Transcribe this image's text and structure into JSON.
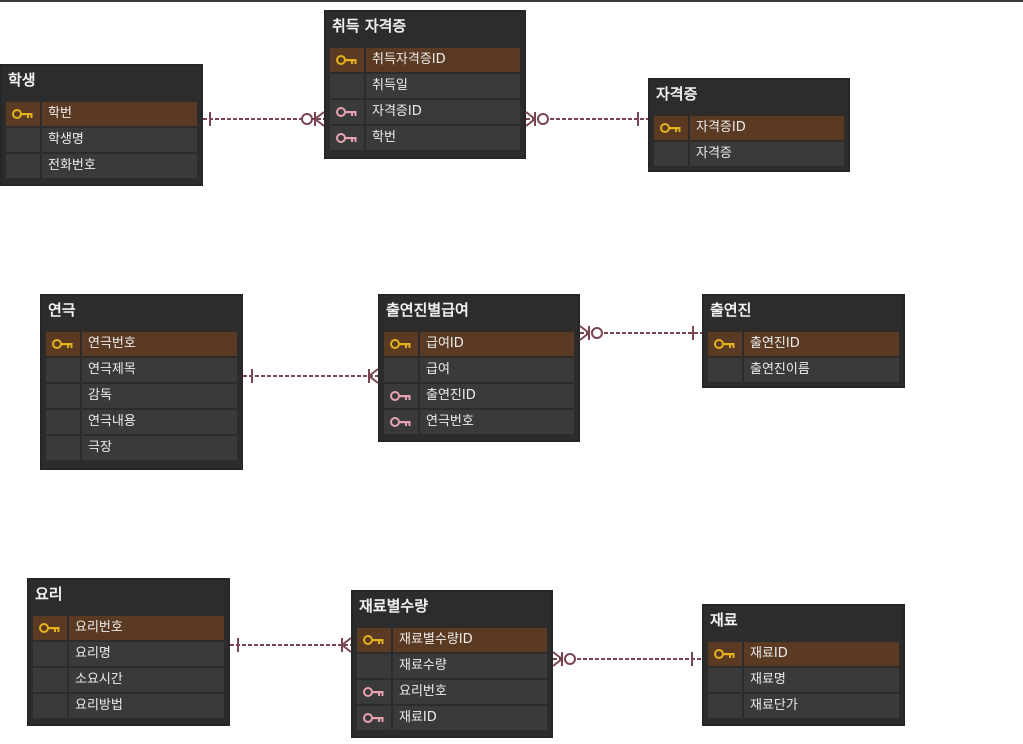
{
  "colors": {
    "table_bg": "#2c2c2c",
    "row_bg": "#3a3a3a",
    "pk_row_bg": "#5a3a22",
    "pk_key": "#e3b21c",
    "fk_key": "#e8a3b2",
    "relation_line": "#7a4550"
  },
  "tables": {
    "student": {
      "title": "학생",
      "fields": [
        "학번",
        "학생명",
        "전화번호"
      ]
    },
    "acquired_cert": {
      "title": "취득 자격증",
      "fields": [
        "취득자격증ID",
        "취득일",
        "자격증ID",
        "학번"
      ]
    },
    "cert": {
      "title": "자격증",
      "fields": [
        "자격증ID",
        "자격증"
      ]
    },
    "play": {
      "title": "연극",
      "fields": [
        "연극번호",
        "연극제목",
        "감독",
        "연극내용",
        "극장"
      ]
    },
    "cast_pay": {
      "title": "출연진별급여",
      "fields": [
        "급여ID",
        "급여",
        "출연진ID",
        "연극번호"
      ]
    },
    "cast": {
      "title": "출연진",
      "fields": [
        "출연진ID",
        "출연진이름"
      ]
    },
    "dish": {
      "title": "요리",
      "fields": [
        "요리번호",
        "요리명",
        "소요시간",
        "요리방법"
      ]
    },
    "ingredient_qty": {
      "title": "재료별수량",
      "fields": [
        "재료별수량ID",
        "재료수량",
        "요리번호",
        "재료ID"
      ]
    },
    "ingredient": {
      "title": "재료",
      "fields": [
        "재료ID",
        "재료명",
        "재료단가"
      ]
    }
  }
}
